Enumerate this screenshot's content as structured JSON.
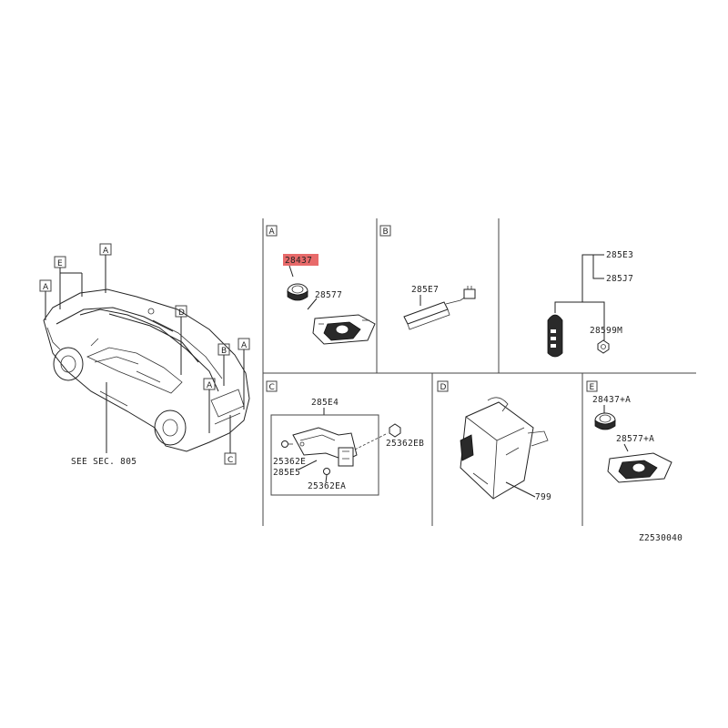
{
  "overview": {
    "callouts": [
      "A",
      "E",
      "A",
      "D",
      "B",
      "A",
      "A",
      "C"
    ],
    "see_section": "SEE SEC. 805"
  },
  "panels": {
    "A": {
      "letter": "A",
      "parts": [
        "28437",
        "28577"
      ],
      "highlight_color": "#e86a6a"
    },
    "B": {
      "letter": "B",
      "parts": [
        "285E7"
      ]
    },
    "key": {
      "parts": [
        "285E3",
        "285J7",
        "28599M"
      ]
    },
    "C": {
      "letter": "C",
      "parts": [
        "285E4",
        "25362E",
        "285E5",
        "25362EA",
        "25362EB"
      ]
    },
    "D": {
      "letter": "D",
      "parts": [
        "799"
      ]
    },
    "E": {
      "letter": "E",
      "parts": [
        "28437+A",
        "28577+A"
      ]
    }
  },
  "diagram_id": "Z2530040"
}
